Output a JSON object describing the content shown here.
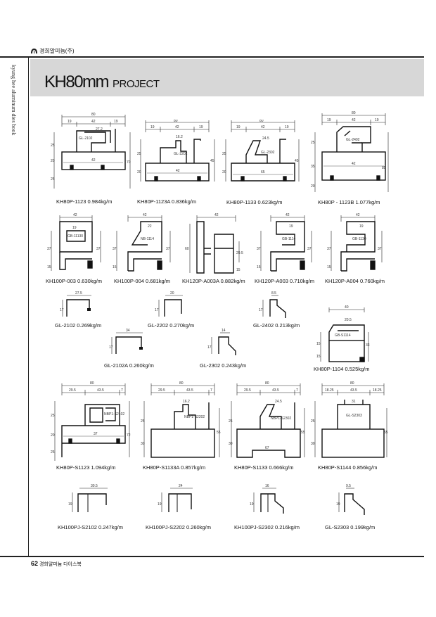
{
  "header": {
    "company": "경희알미늄(주)",
    "side_text": "kyung hee aluminum dies book",
    "title": "KH80mm",
    "subtitle": "PROJECT"
  },
  "footer": {
    "page_number": "62",
    "book_title": "경희알미늄 다이스북"
  },
  "colors": {
    "banner": "#d7d7d7",
    "line": "#222222"
  },
  "profiles": {
    "p1": {
      "caption": "KH80P-1123  0.984kg/m",
      "dims": [
        "80",
        "19",
        "42",
        "19",
        "25",
        "20",
        "25",
        "70",
        "42",
        "GL-2102",
        "27.2"
      ]
    },
    "p2": {
      "caption": "KH80P-1123A  0.836kg/m",
      "dims": [
        "80",
        "19",
        "42",
        "19",
        "16.2",
        "GL-2202",
        "25",
        "20",
        "45",
        "42"
      ]
    },
    "p3": {
      "caption": "KH80P-1133  0.623kg/m",
      "dims": [
        "80",
        "19",
        "42",
        "19",
        "24.5",
        "GL-2302",
        "25",
        "20",
        "45",
        "65"
      ]
    },
    "p4": {
      "caption": "KH80P - 1123B  1.077kg/m",
      "dims": [
        "80",
        "19",
        "42",
        "19",
        "GL-2402",
        "25",
        "35",
        "20",
        "85",
        "42"
      ]
    },
    "p5": {
      "caption": "KH100P-003  0.630kg/m",
      "dims": [
        "42",
        "19",
        "GB-11130",
        "37",
        "15",
        "37"
      ]
    },
    "p6": {
      "caption": "KH100P-004  0.681kg/m",
      "dims": [
        "42",
        "22",
        "NB-1114",
        "37",
        "15",
        "37"
      ]
    },
    "p7": {
      "caption": "KH120P-A003A  0.882kg/m",
      "dims": [
        "42",
        "60",
        "29.5",
        "15"
      ]
    },
    "p8": {
      "caption": "KH120P-A003  0.710kg/m",
      "dims": [
        "42",
        "19",
        "GB-1114",
        "37",
        "15",
        "37"
      ]
    },
    "p9": {
      "caption": "KH120P-A004  0.760kg/m",
      "dims": [
        "42",
        "19",
        "GB-1130",
        "37",
        "15",
        "37"
      ]
    },
    "p10": {
      "caption": "GL-2102  0.269kg/m",
      "dims": [
        "27.5",
        "17"
      ]
    },
    "p11": {
      "caption": "GL-2202  0.270kg/m",
      "dims": [
        "20",
        "17"
      ]
    },
    "p12": {
      "caption": "GL-2402  0.213kg/m",
      "dims": [
        "8.5",
        "17"
      ]
    },
    "p13": {
      "caption": "GL-2102A  0.260kg/m",
      "dims": [
        "34",
        "17"
      ]
    },
    "p14": {
      "caption": "GL-2302  0.243kg/m",
      "dims": [
        "14",
        "17"
      ]
    },
    "p15": {
      "caption": "KH80P-1104  0.525kg/m",
      "dims": [
        "40",
        "20.5",
        "GB-S1114",
        "15",
        "15",
        "33"
      ]
    },
    "p16": {
      "caption": "KH80P-S1123  1.094kg/m",
      "dims": [
        "80",
        "29.5",
        "43.5",
        "7",
        "NBP1-S2102",
        "25",
        "20",
        "25",
        "72",
        "37"
      ]
    },
    "p17": {
      "caption": "KH80P-S1133A  0.857kg/m",
      "dims": [
        "80",
        "29.5",
        "43.5",
        "7",
        "16.2",
        "NBP1-S2202",
        "25",
        "30",
        "55"
      ]
    },
    "p18": {
      "caption": "KH80P-S1133  0.666kg/m",
      "dims": [
        "80",
        "29.5",
        "43.5",
        "7",
        "24.5",
        "NBP1-S2302",
        "25",
        "30",
        "55",
        "67"
      ]
    },
    "p19": {
      "caption": "KH80P-S1144  0.856kg/m",
      "dims": [
        "80",
        "18.25",
        "43.5",
        "18.25",
        "31",
        "GL-S2303",
        "25",
        "30",
        "55"
      ]
    },
    "p20": {
      "caption": "KH100PJ-S2102  0.247kg/m",
      "dims": [
        "30.5",
        "19"
      ]
    },
    "p21": {
      "caption": "KH100PJ-S2202  0.260kg/m",
      "dims": [
        "24",
        "19"
      ]
    },
    "p22": {
      "caption": "KH100PJ-S2302  0.216kg/m",
      "dims": [
        "16",
        "19"
      ]
    },
    "p23": {
      "caption": "GL-S2303  0.199kg/m",
      "dims": [
        "9.5",
        "19"
      ]
    }
  }
}
